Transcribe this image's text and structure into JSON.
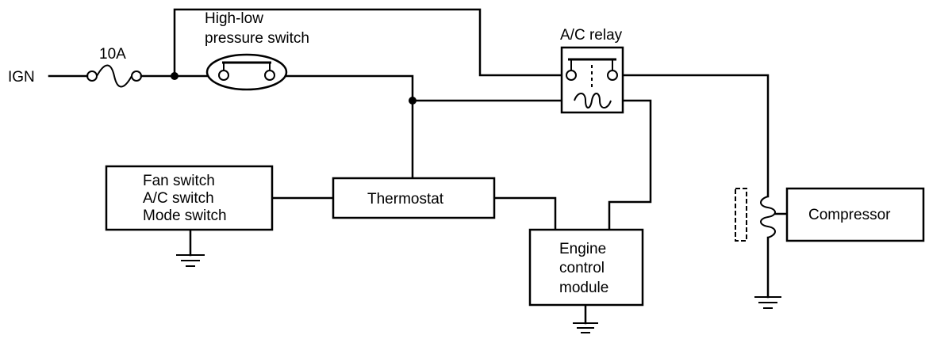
{
  "labels": {
    "ign": "IGN",
    "fuse": "10A",
    "pressure_switch_line1": "High-low",
    "pressure_switch_line2": "pressure switch",
    "ac_relay": "A/C relay",
    "control_panel_line1": "Fan switch",
    "control_panel_line2": "A/C switch",
    "control_panel_line3": "Mode switch",
    "thermostat": "Thermostat",
    "ecm_line1": "Engine",
    "ecm_line2": "control",
    "ecm_line3": "module",
    "compressor": "Compressor"
  }
}
